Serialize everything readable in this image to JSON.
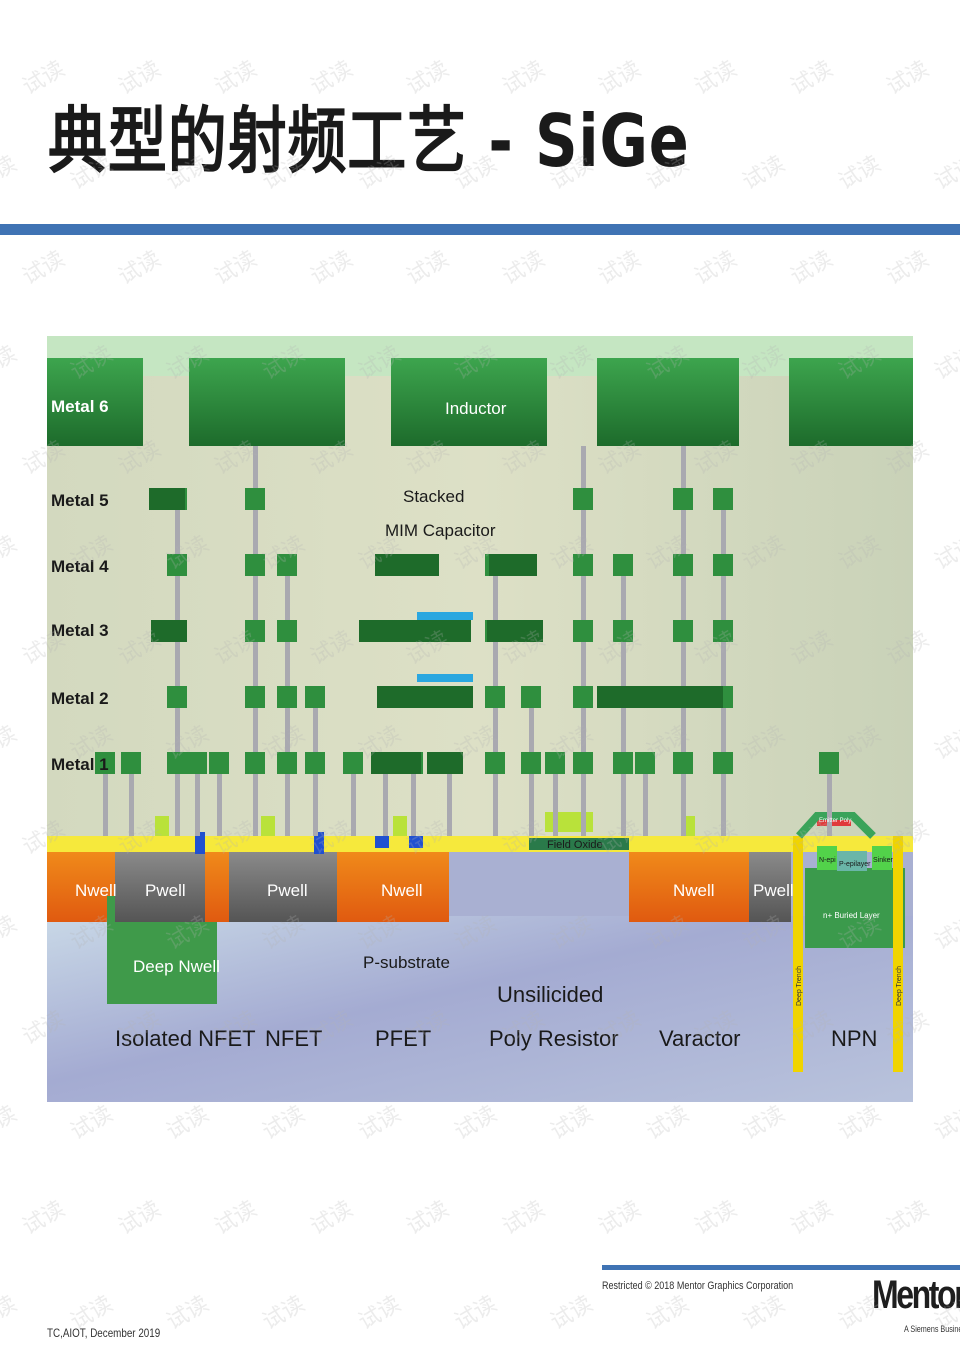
{
  "title": "典型的射频工艺 - SiGe",
  "diagram": {
    "metal_levels": [
      "Metal 6",
      "Metal 5",
      "Metal 4",
      "Metal 3",
      "Metal 2",
      "Metal 1"
    ],
    "inductor_label": "Inductor",
    "capacitor_label": [
      "Stacked",
      "MIM Capacitor"
    ],
    "field_oxide_label": "Field Oxide",
    "well_labels": {
      "nwell_left": "Nwell",
      "pwell_isolated": "Pwell",
      "pwell_nfet": "Pwell",
      "nwell_pfet": "Nwell",
      "nwell_varactor": "Nwell",
      "pwell_right": "Pwell",
      "deep_nwell": "Deep Nwell",
      "p_substrate": "P-substrate",
      "buried_layer": "n+ Buried Layer",
      "n_epi": "N-epi",
      "p_epi": "P-epilayer",
      "sinker": "Sinker",
      "emitter_poly": "Emitter Poly",
      "deep_trench": "Deep Trench"
    },
    "device_labels": {
      "isolated_nfet": "Isolated NFET",
      "nfet": "NFET",
      "pfet": "PFET",
      "resistor": [
        "Unsilicided",
        "Poly Resistor"
      ],
      "varactor": "Varactor",
      "npn": "NPN"
    },
    "colors": {
      "metal": "#2f8f3e",
      "metal_dark": "#1e6b2a",
      "via": "#a9a9b0",
      "dielectric_top": "#cde3bd",
      "dielectric": "#d9dcc0",
      "nwell": "#e8821a",
      "pwell": "#6b6b6b",
      "deep_nwell": "#3f9a4a",
      "substrate": "#a6add0",
      "gate": "#b9e23a",
      "diffusion": "#f5e639",
      "mim": "#2aa7e0",
      "trench": "#f0d400"
    }
  },
  "watermark": "试读",
  "footer": {
    "copyright": "Restricted © 2018 Mentor Graphics Corporation",
    "logo": "Mentor",
    "logo_tagline": "A Siemens Business",
    "left_note": "TC,AIOT, December 2019"
  }
}
